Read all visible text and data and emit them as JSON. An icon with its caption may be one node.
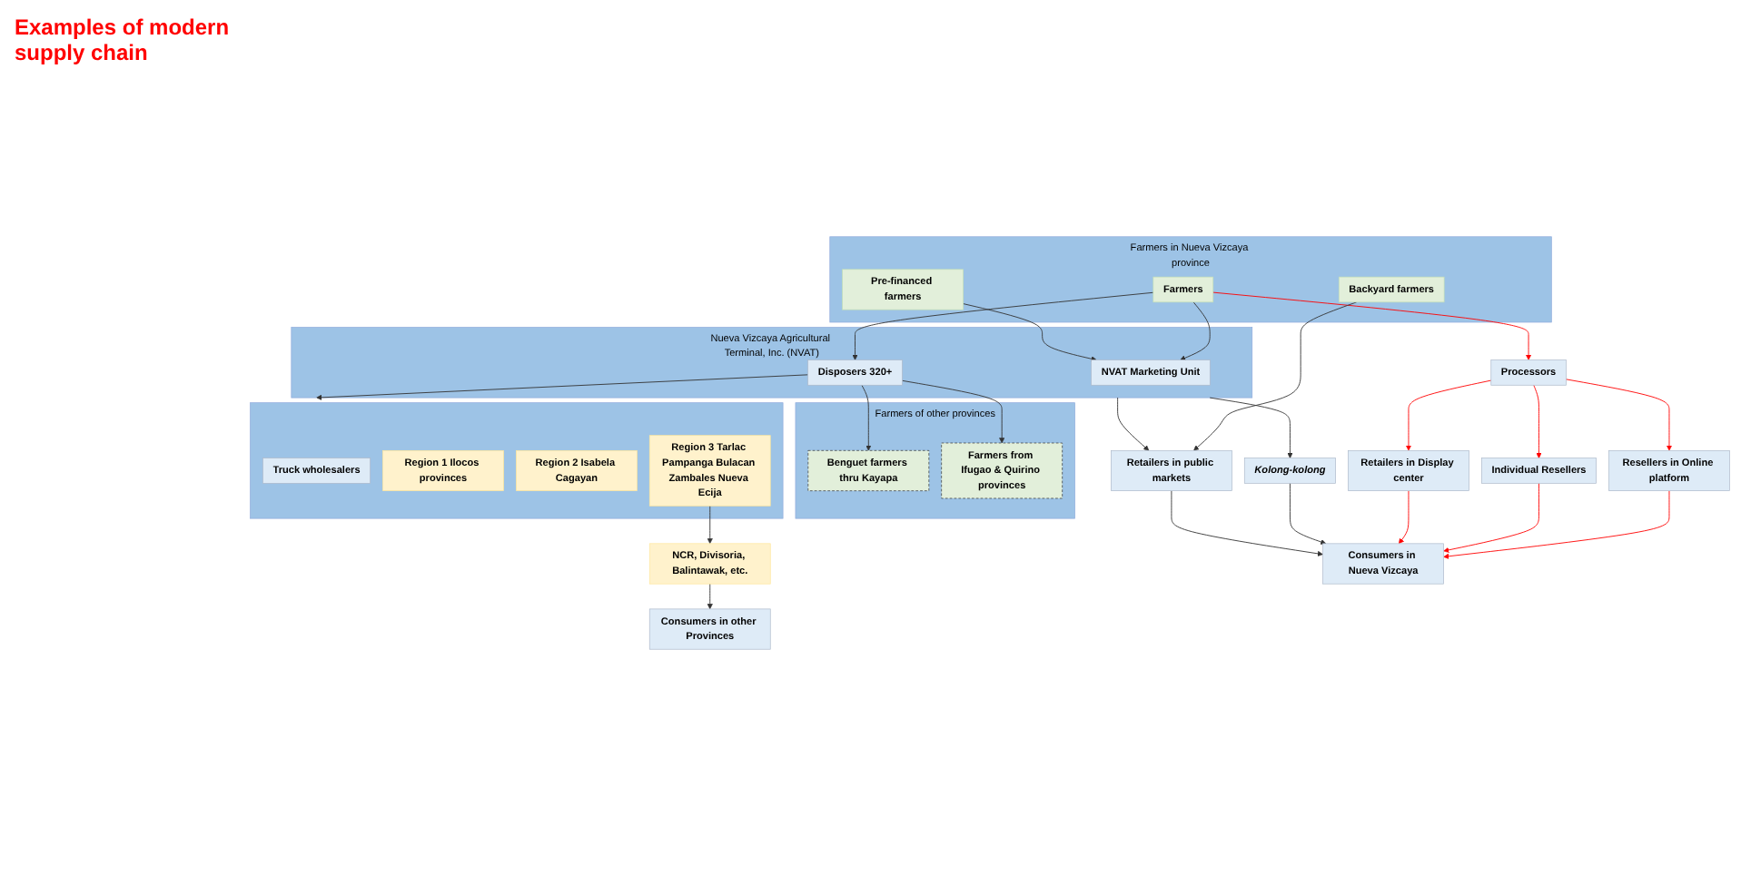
{
  "diagram": {
    "nodes": [
      {
        "text": [
          "Farmers in Nueva Vizcaya province"
        ]
      },
      {
        "text": [
          "Farmers"
        ],
        "in": 0
      },
      {
        "text": [
          "Pre-financed farmers"
        ],
        "in": 0
      },
      {
        "text": [
          "Backyard farmers"
        ],
        "in": 0
      },
      {
        "text": [
          "Farmers of other provinces"
        ]
      },
      {
        "text": [
          "Benguet farmers thru Kayapa"
        ],
        "in": 4
      },
      {
        "text": [
          "Farmers from Ifugao & Quirino provinces"
        ],
        "in": 4
      },
      {
        "text": [
          "Nueva Vizcaya Agricultural Terminal, Inc. (NVAT)"
        ]
      },
      {
        "text": [
          "NVAT Marketing Unit"
        ],
        "in": 7
      },
      {
        "text": [
          "Disposers 320+"
        ],
        "in": 7
      },
      {
        "text": [
          "Processors"
        ]
      },
      {
        "text": [],
        "shape": "box"
      },
      {
        "text": [
          "Truck wholesalers"
        ],
        "in": 11
      },
      {
        "text": [
          "Region 1 Ilocos provinces"
        ],
        "in": 11
      },
      {
        "text": [
          "Region 2 Isabela Cagayan"
        ],
        "in": 11
      },
      {
        "text": [
          "Region 3 Tarlac Pampanga Bulacan Zambales Nueva Ecija"
        ],
        "in": 11
      },
      {
        "text": [
          "Resellers in Online platform"
        ]
      },
      {
        "text": [
          "Individual Resellers"
        ]
      },
      {
        "text": [
          "Retailers in Display center"
        ]
      },
      {
        "text": [
          "Kolong-kolong"
        ]
      },
      {
        "text": [
          "Retailers in public markets"
        ]
      },
      {
        "text": [
          "NCR, Divisoria, Balintawak, etc."
        ]
      },
      {
        "text": [
          "Consumers in Nueva Vizcaya"
        ]
      },
      {
        "text": [
          "Consumers in other Provinces"
        ]
      }
    ],
    "edges": [
      {
        "from": 1,
        "to": 10,
        "arrow": "to",
        "color": "#ff0000"
      },
      {
        "from": 1,
        "to": 8,
        "arrow": "to"
      },
      {
        "from": 1,
        "to": 9,
        "arrow": "to"
      },
      {
        "from": 2,
        "to": 8,
        "arrow": "to"
      },
      {
        "from": 3,
        "to": 20,
        "arrow": "to"
      },
      {
        "from": 9,
        "to": 5,
        "arrow": "to"
      },
      {
        "from": 9,
        "to": 6,
        "arrow": "to"
      },
      {
        "from": 9,
        "to": 11,
        "arrow": "to"
      },
      {
        "from": 7,
        "to": 19,
        "arrow": "to"
      },
      {
        "from": 7,
        "to": 20,
        "arrow": "to"
      },
      {
        "from": 10,
        "to": 16,
        "arrow": "to",
        "color": "#ff0000"
      },
      {
        "from": 10,
        "to": 17,
        "arrow": "to",
        "color": "#ff0000"
      },
      {
        "from": 10,
        "to": 18,
        "arrow": "to",
        "color": "#ff0000"
      },
      {
        "from": 16,
        "to": 22,
        "arrow": "to",
        "color": "#ff0000"
      },
      {
        "from": 17,
        "to": 22,
        "arrow": "to",
        "color": "#ff0000"
      },
      {
        "from": 18,
        "to": 22,
        "arrow": "to",
        "color": "#ff0000"
      },
      {
        "from": 19,
        "to": 22,
        "arrow": "to"
      },
      {
        "from": 20,
        "to": 22,
        "arrow": "to"
      },
      {
        "from": 15,
        "to": 21,
        "arrow": "to"
      },
      {
        "from": 21,
        "to": 23,
        "arrow": "to"
      }
    ],
    "labels": [
      "Examples of modern supply chain"
    ]
  }
}
